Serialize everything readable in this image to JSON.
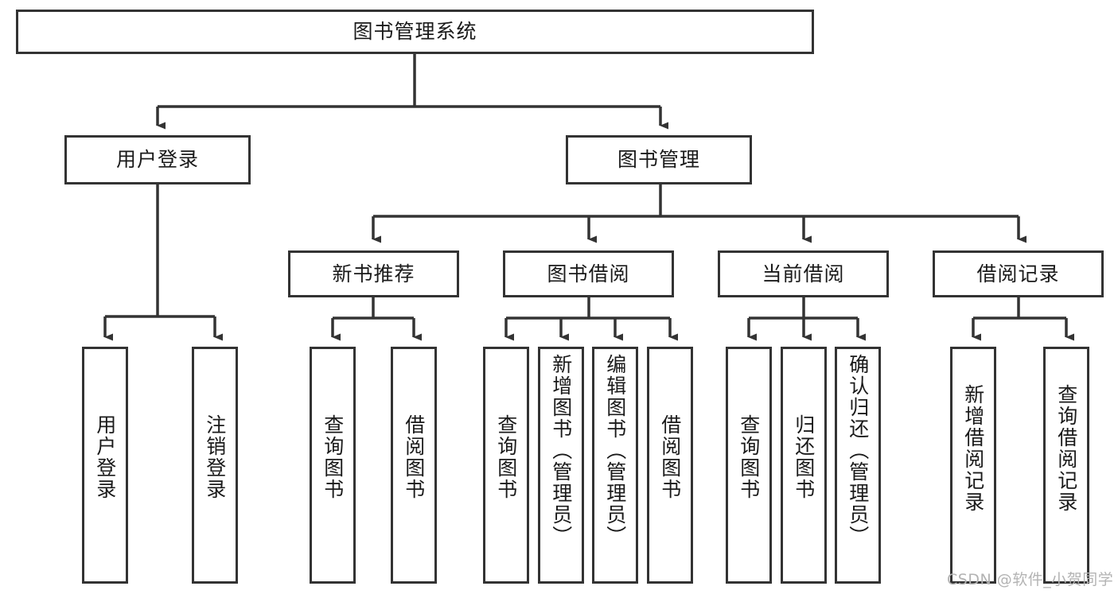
{
  "diagram": {
    "title": "图书管理系统",
    "orientation": "top-down-tree",
    "line_color": "#333333",
    "box_fill": "#ffffff",
    "text_color": "#1a1a1a",
    "watermark": "CSDN @软件_小贺同学"
  },
  "nodes": {
    "root": {
      "label": "图书管理系统",
      "level": 1
    },
    "l2": [
      {
        "label": "用户登录",
        "level": 2
      },
      {
        "label": "图书管理",
        "level": 2
      }
    ],
    "l3": [
      {
        "label": "新书推荐",
        "level": 3
      },
      {
        "label": "图书借阅",
        "level": 3
      },
      {
        "label": "当前借阅",
        "level": 3
      },
      {
        "label": "借阅记录",
        "level": 3
      }
    ],
    "leaves": [
      {
        "label": "用户登录",
        "parent": "用户登录"
      },
      {
        "label": "注销登录",
        "parent": "用户登录"
      },
      {
        "label": "查询图书",
        "parent": "新书推荐"
      },
      {
        "label": "借阅图书",
        "parent": "新书推荐"
      },
      {
        "label": "查询图书",
        "parent": "图书借阅"
      },
      {
        "label": "新增图书（管理员）",
        "parent": "图书借阅"
      },
      {
        "label": "编辑图书（管理员）",
        "parent": "图书借阅"
      },
      {
        "label": "借阅图书",
        "parent": "图书借阅"
      },
      {
        "label": "查询图书",
        "parent": "当前借阅"
      },
      {
        "label": "归还图书",
        "parent": "当前借阅"
      },
      {
        "label": "确认归还（管理员）",
        "parent": "当前借阅"
      },
      {
        "label": "新增借阅记录",
        "parent": "借阅记录"
      },
      {
        "label": "查询借阅记录",
        "parent": "借阅记录"
      }
    ]
  },
  "chart_data": {
    "type": "table",
    "title": "图书管理系统 功能结构图",
    "tree": [
      {
        "name": "图书管理系统",
        "children": [
          {
            "name": "用户登录",
            "children": [
              {
                "name": "用户登录",
                "children": []
              },
              {
                "name": "注销登录",
                "children": []
              }
            ]
          },
          {
            "name": "图书管理",
            "children": [
              {
                "name": "新书推荐",
                "children": [
                  {
                    "name": "查询图书",
                    "children": []
                  },
                  {
                    "name": "借阅图书",
                    "children": []
                  }
                ]
              },
              {
                "name": "图书借阅",
                "children": [
                  {
                    "name": "查询图书",
                    "children": []
                  },
                  {
                    "name": "新增图书（管理员）",
                    "children": []
                  },
                  {
                    "name": "编辑图书（管理员）",
                    "children": []
                  },
                  {
                    "name": "借阅图书",
                    "children": []
                  }
                ]
              },
              {
                "name": "当前借阅",
                "children": [
                  {
                    "name": "查询图书",
                    "children": []
                  },
                  {
                    "name": "归还图书",
                    "children": []
                  },
                  {
                    "name": "确认归还（管理员）",
                    "children": []
                  }
                ]
              },
              {
                "name": "借阅记录",
                "children": [
                  {
                    "name": "新增借阅记录",
                    "children": []
                  },
                  {
                    "name": "查询借阅记录",
                    "children": []
                  }
                ]
              }
            ]
          }
        ]
      }
    ]
  }
}
